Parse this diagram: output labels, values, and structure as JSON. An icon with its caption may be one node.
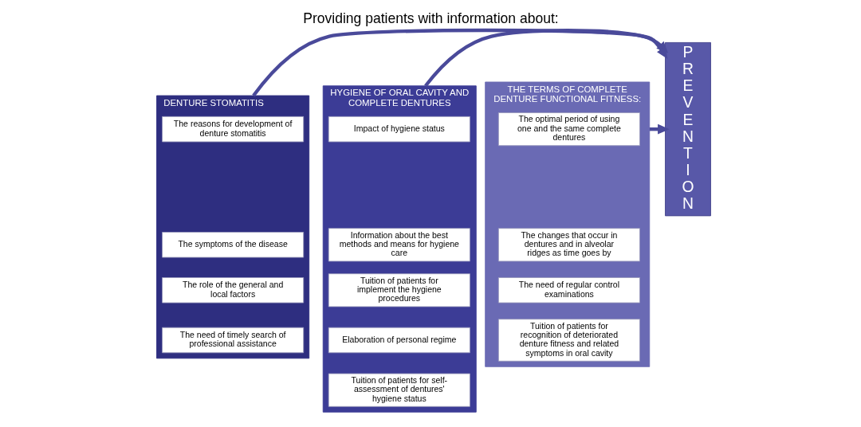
{
  "diagram": {
    "title": "Providing patients with information about:",
    "nodes": [
      {
        "text": [
          "DENTURE STOMATITIS"
        ]
      },
      {
        "text": [
          "The reasons for development of denture stomatitis"
        ],
        "in": 0
      },
      {
        "text": [
          "The symptoms of the disease"
        ],
        "in": 0
      },
      {
        "text": [
          "The role of the general and local factors"
        ],
        "in": 0
      },
      {
        "text": [
          "The need of timely search of professional assistance"
        ],
        "in": 0
      },
      {
        "text": [
          "HYGIENE OF ORAL CAVITY AND COMPLETE DENTURES"
        ]
      },
      {
        "text": [
          "Impact of hygiene status"
        ],
        "in": 5
      },
      {
        "text": [
          "Information about the best methods and means for hygiene care"
        ],
        "in": 5
      },
      {
        "text": [
          "Tuition of patients for implement the hygiene procedures"
        ],
        "in": 5
      },
      {
        "text": [
          "Elaboration of personal regime"
        ],
        "in": 5
      },
      {
        "text": [
          "Tuition of patients for self-assessment of dentures' hygiene status"
        ],
        "in": 5
      },
      {
        "text": [
          "THE TERMS OF COMPLETE DENTURE FUNCTIONAL FITNESS:"
        ]
      },
      {
        "text": [
          "The optimal period of using one and the same complete dentures"
        ],
        "in": 11
      },
      {
        "text": [
          "The changes that occur in dentures and in alveolar ridges as time goes by"
        ],
        "in": 11
      },
      {
        "text": [
          "The need of regular control examinations"
        ],
        "in": 11
      },
      {
        "text": [
          "Tuition of patients for recognition of deteriorated denture fitness and related symptoms in oral cavity"
        ],
        "in": 11
      },
      {
        "text": [
          "PREVENTION"
        ]
      }
    ],
    "edges": [
      {
        "from": 0,
        "to": 16,
        "arrow": "to"
      },
      {
        "from": 5,
        "to": 16,
        "arrow": "to"
      },
      {
        "from": 11,
        "to": 16,
        "arrow": "to"
      }
    ]
  }
}
